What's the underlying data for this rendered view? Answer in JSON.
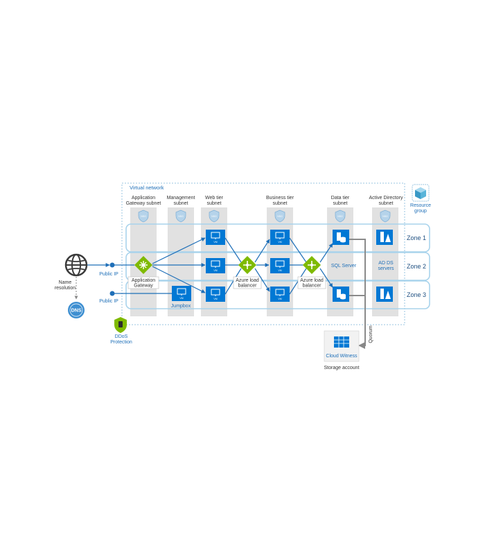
{
  "virtual_network": {
    "label": "Virtual network"
  },
  "resource_group": {
    "line1": "Resource",
    "line2": "group"
  },
  "subnets": {
    "app_gateway": {
      "line1": "Application",
      "line2": "Gateway subnet"
    },
    "management": {
      "line1": "Management",
      "line2": "subnet"
    },
    "web_tier": {
      "line1": "Web tier",
      "line2": "subnet"
    },
    "business_tier": {
      "line1": "Business tier",
      "line2": "subnet"
    },
    "data_tier": {
      "line1": "Data tier",
      "line2": "subnet"
    },
    "active_directory": {
      "line1": "Active Directory",
      "line2": "subnet"
    }
  },
  "nsg_label": "NSG",
  "vm_label": "VM",
  "zones": {
    "zone1": "Zone 1",
    "zone2": "Zone 2",
    "zone3": "Zone 3"
  },
  "internet": {
    "name_resolution_line1": "Name",
    "name_resolution_line2": "resolution",
    "dns": "DNS",
    "public_ip_1": "Public IP",
    "public_ip_2": "Public IP"
  },
  "ddos": {
    "line1": "DDoS",
    "line2": "Protection"
  },
  "app_gateway_box": {
    "line1": "Application",
    "line2": "Gateway"
  },
  "jumpbox": "Jumpbox",
  "load_balancer_1": {
    "line1": "Azure load",
    "line2": "balancer"
  },
  "load_balancer_2": {
    "line1": "Azure load",
    "line2": "balancer"
  },
  "sql_server": "SQL Server",
  "ad_ds": {
    "line1": "AD DS",
    "line2": "servers"
  },
  "quorum": "Quorum",
  "cloud_witness": "Cloud Witness",
  "storage_account": "Storage account",
  "colors": {
    "azure_blue": "#0078d4",
    "green": "#7fba00",
    "zone_border": "#a8d3ec"
  }
}
